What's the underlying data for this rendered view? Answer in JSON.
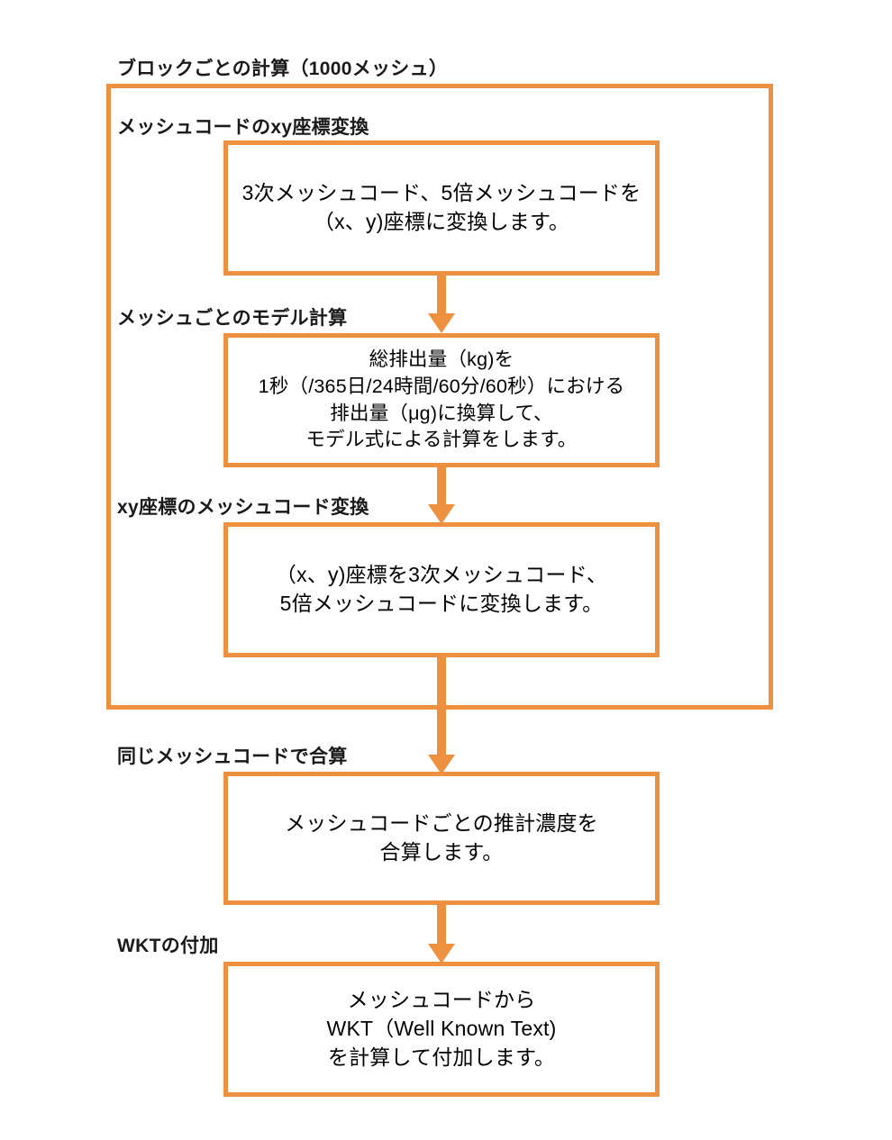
{
  "diagram": {
    "title": "ブロックごとの計算（1000メッシュ）",
    "accent_color": "#ED9140",
    "background_color": "#FFFFFF",
    "text_color": "#000000",
    "group": {
      "label": "ブロックごとの計算（1000メッシュ）"
    },
    "sections": [
      {
        "caption": "メッシュコードのxy座標変換",
        "box_text": "3次メッシュコード、5倍メッシュコードを\n（x、y)座標に変換します。"
      },
      {
        "caption": "メッシュごとのモデル計算",
        "box_text": "総排出量（kg)を\n1秒（/365日/24時間/60分/60秒）における\n排出量（μg)に換算して、\nモデル式による計算をします。"
      },
      {
        "caption": "xy座標のメッシュコード変換",
        "box_text": "（x、y)座標を3次メッシュコード、\n5倍メッシュコードに変換します。"
      },
      {
        "caption": "同じメッシュコードで合算",
        "box_text": "メッシュコードごとの推計濃度を\n合算します。"
      },
      {
        "caption": "WKTの付加",
        "box_text": "メッシュコードから\nWKT（Well Known Text)\nを計算して付加します。"
      }
    ],
    "connectors": [
      {
        "name": "arrow-1-to-2",
        "direction": "down"
      },
      {
        "name": "arrow-2-to-3",
        "direction": "down"
      },
      {
        "name": "arrow-3-to-4",
        "direction": "down"
      },
      {
        "name": "arrow-4-to-5",
        "direction": "down"
      }
    ]
  }
}
